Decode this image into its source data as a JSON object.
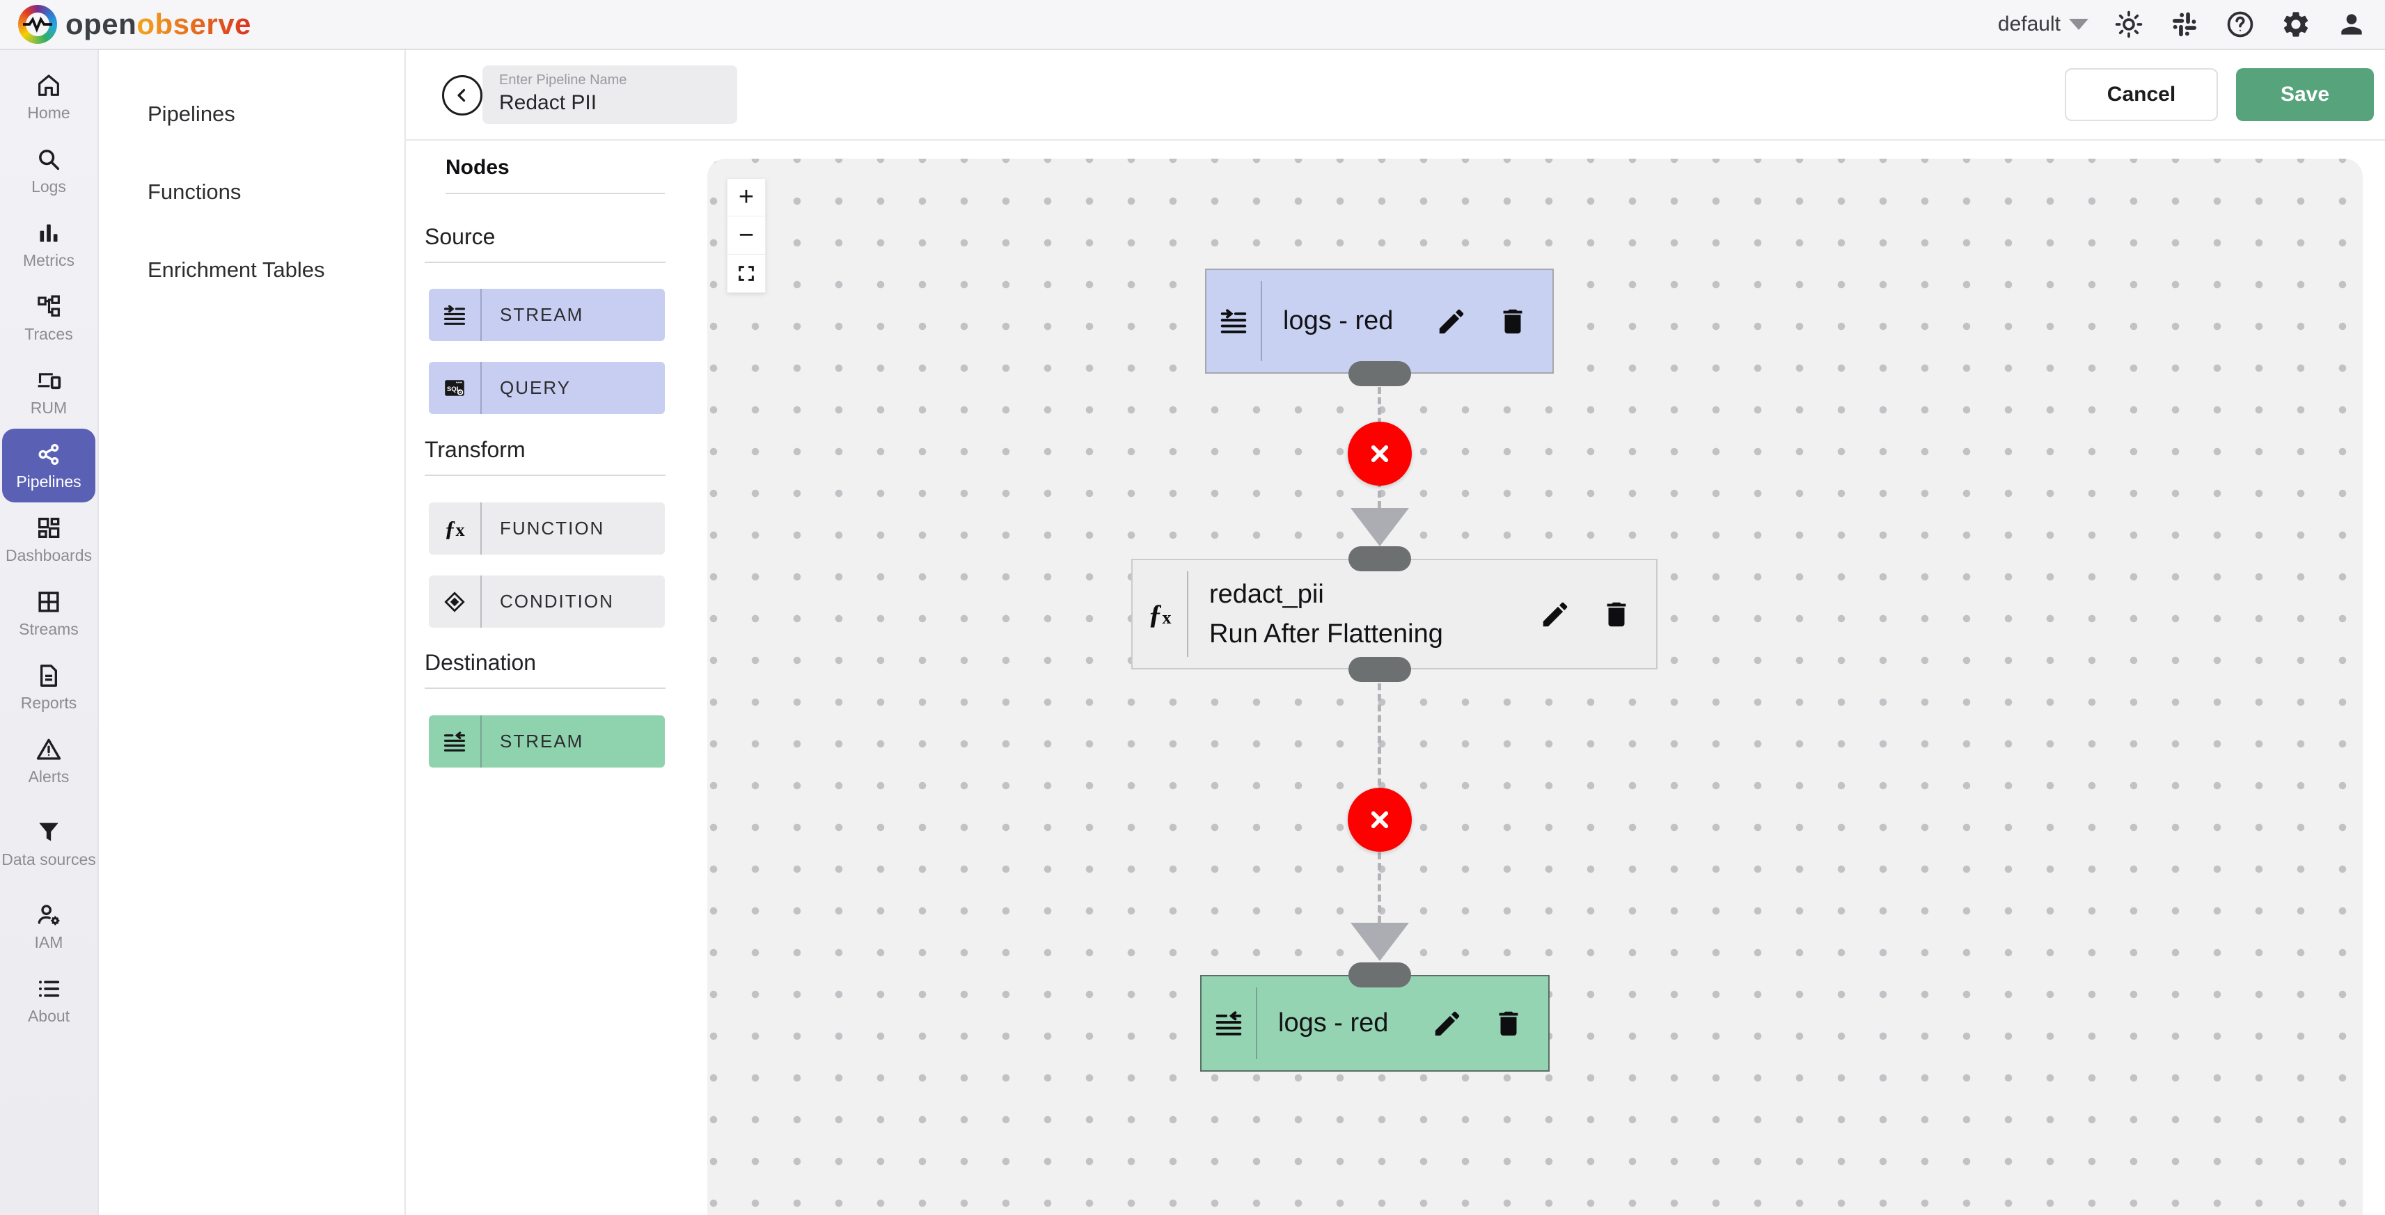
{
  "topbar": {
    "logo": {
      "open": "open",
      "observe": "observe"
    },
    "org": {
      "value": "default"
    },
    "icons": [
      "theme-light",
      "slack",
      "help",
      "settings",
      "profile"
    ]
  },
  "sidebar": {
    "items": [
      {
        "label": "Home",
        "icon": "home-icon",
        "active": false
      },
      {
        "label": "Logs",
        "icon": "search-icon",
        "active": false
      },
      {
        "label": "Metrics",
        "icon": "bar-chart-icon",
        "active": false
      },
      {
        "label": "Traces",
        "icon": "tree-icon",
        "active": false
      },
      {
        "label": "RUM",
        "icon": "devices-icon",
        "active": false
      },
      {
        "label": "Pipelines",
        "icon": "share-icon",
        "active": true
      },
      {
        "label": "Dashboards",
        "icon": "dashboard-icon",
        "active": false
      },
      {
        "label": "Streams",
        "icon": "grid-icon",
        "active": false
      },
      {
        "label": "Reports",
        "icon": "document-icon",
        "active": false
      },
      {
        "label": "Alerts",
        "icon": "warning-icon",
        "active": false
      },
      {
        "label": "Data sources",
        "icon": "funnel-icon",
        "active": false
      },
      {
        "label": "IAM",
        "icon": "user-gear-icon",
        "active": false
      },
      {
        "label": "About",
        "icon": "list-icon",
        "active": false
      }
    ]
  },
  "subsidebar": {
    "items": [
      {
        "label": "Pipelines"
      },
      {
        "label": "Functions"
      },
      {
        "label": "Enrichment Tables"
      }
    ]
  },
  "header": {
    "pipeline_name": {
      "label": "Enter Pipeline Name",
      "value": "Redact PII"
    },
    "cancel": "Cancel",
    "save": "Save"
  },
  "nodes_panel": {
    "title": "Nodes",
    "sections": [
      {
        "title": "Source",
        "buttons": [
          {
            "label": "STREAM",
            "type": "stream-input"
          },
          {
            "label": "QUERY",
            "type": "query"
          }
        ]
      },
      {
        "title": "Transform",
        "buttons": [
          {
            "label": "FUNCTION",
            "type": "function"
          },
          {
            "label": "CONDITION",
            "type": "condition"
          }
        ]
      },
      {
        "title": "Destination",
        "buttons": [
          {
            "label": "STREAM",
            "type": "stream-output"
          }
        ]
      }
    ]
  },
  "canvas": {
    "zoom_controls": [
      {
        "name": "zoom-in",
        "glyph": "+"
      },
      {
        "name": "zoom-out",
        "glyph": "−"
      },
      {
        "name": "fit-view",
        "glyph": ""
      }
    ],
    "nodes": [
      {
        "id": "source",
        "kind": "stream-input",
        "title": "logs - red",
        "color": "#c9d1f2"
      },
      {
        "id": "transform",
        "kind": "function",
        "title": "redact_pii",
        "subtitle": "Run After Flattening",
        "color": "#eeeeef"
      },
      {
        "id": "destination",
        "kind": "stream-output",
        "title": "logs - red",
        "color": "#95d4b3"
      }
    ],
    "edges": [
      {
        "from": "source",
        "to": "transform",
        "removable": true
      },
      {
        "from": "transform",
        "to": "destination",
        "removable": true
      }
    ]
  },
  "colors": {
    "accent_purple": "#5a61b4",
    "save_green": "#57a37b",
    "node_blue": "#c9d1f2",
    "node_green": "#95d4b3",
    "panel_blue": "#c7cef1",
    "panel_green": "#8fd2ae",
    "delete_red": "#fd0100",
    "canvas_bg": "#f1f1f2"
  }
}
